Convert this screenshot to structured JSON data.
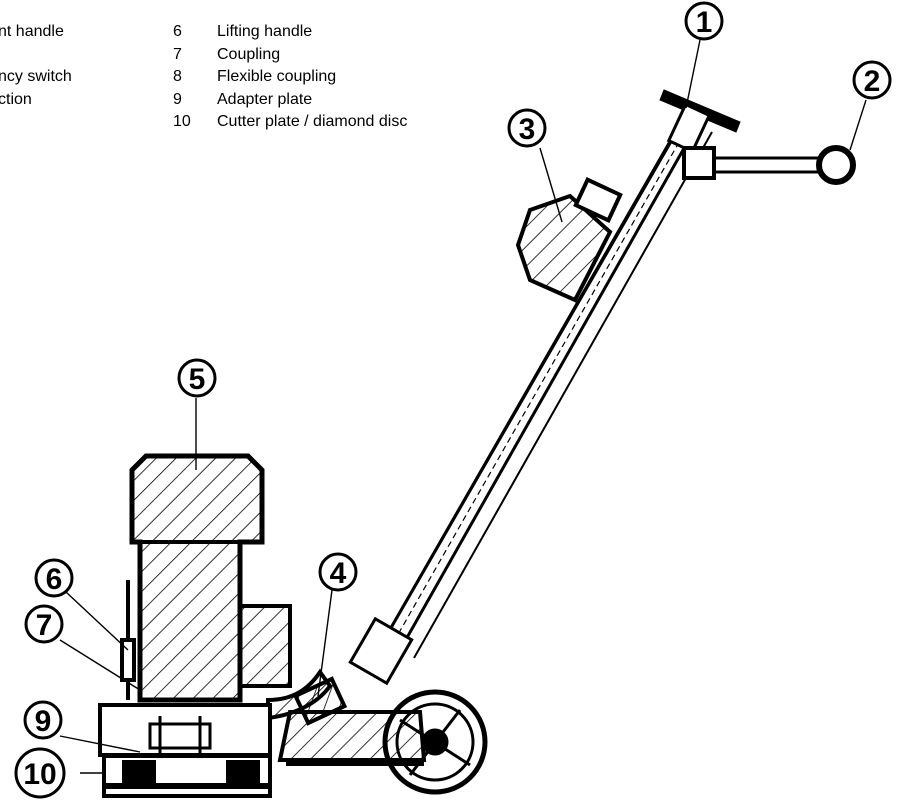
{
  "legend_left": [
    {
      "text": "nt handle"
    },
    {
      "text": ""
    },
    {
      "text": "ncy switch"
    },
    {
      "text": "ction"
    }
  ],
  "legend_right": [
    {
      "num": "6",
      "text": "Lifting handle"
    },
    {
      "num": "7",
      "text": "Coupling"
    },
    {
      "num": "8",
      "text": "Flexible coupling"
    },
    {
      "num": "9",
      "text": "Adapter plate"
    },
    {
      "num": "10",
      "text": "Cutter plate / diamond disc"
    }
  ],
  "callouts": [
    "1",
    "2",
    "3",
    "4",
    "5",
    "6",
    "7",
    "9",
    "10"
  ]
}
